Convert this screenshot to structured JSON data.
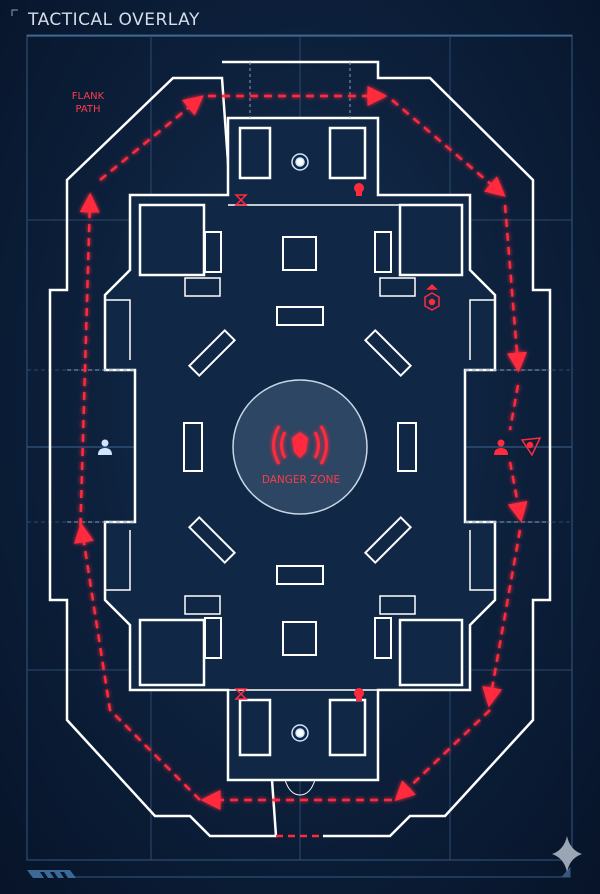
{
  "header": {
    "title": "TACTICAL OVERLAY"
  },
  "labels": {
    "flank_line1": "FLANK",
    "flank_line2": "PATH",
    "danger_zone": "DANGER ZONE"
  },
  "colors": {
    "background": "#0c1f3a",
    "wall": "#ffffff",
    "threat": "#ff2a3d",
    "ally": "#cfe6ff",
    "grid": "#2c4a6e"
  },
  "markers": [
    {
      "icon": "ally-player-icon",
      "team": "ally"
    },
    {
      "icon": "enemy-player-icon",
      "team": "enemy"
    },
    {
      "icon": "enemy-sight-icon",
      "team": "enemy"
    },
    {
      "icon": "skull-icon",
      "team": "enemy"
    },
    {
      "icon": "hourglass-icon",
      "team": "enemy"
    },
    {
      "icon": "sensor-icon",
      "team": "ally"
    },
    {
      "icon": "hex-objective-icon",
      "team": "enemy"
    }
  ]
}
